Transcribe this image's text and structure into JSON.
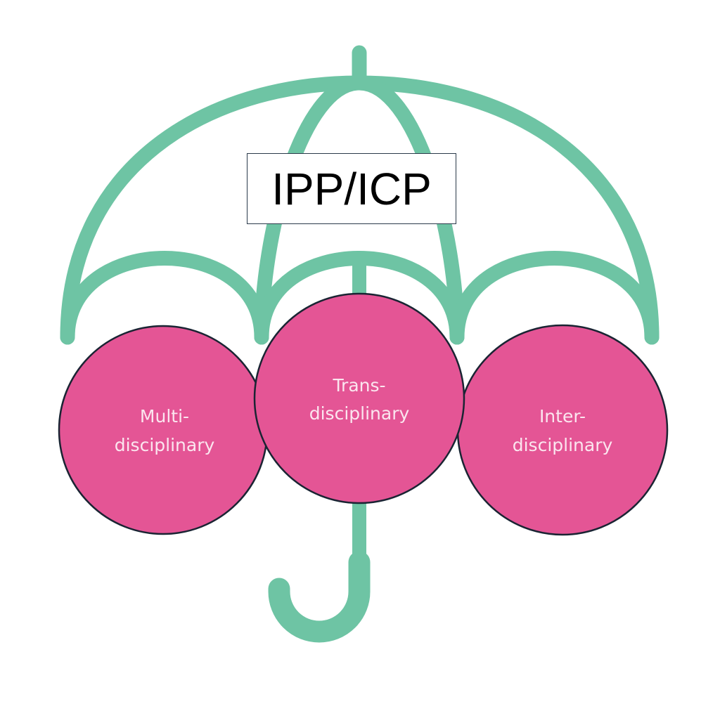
{
  "title": "IPP/ICP",
  "colors": {
    "umbrella": "#6ec4a4",
    "circle_fill": "#e45595",
    "circle_stroke": "#1a2433",
    "circle_text": "#fbe6ef",
    "box_border": "#2a3a4a",
    "background": "#ffffff"
  },
  "circles": [
    {
      "id": "multi",
      "lines": [
        "Multi-",
        "disciplinary"
      ]
    },
    {
      "id": "inter",
      "lines": [
        "Inter-",
        "disciplinary"
      ]
    },
    {
      "id": "trans",
      "lines": [
        "Trans-",
        "disciplinary"
      ]
    }
  ],
  "icon": "umbrella-icon"
}
